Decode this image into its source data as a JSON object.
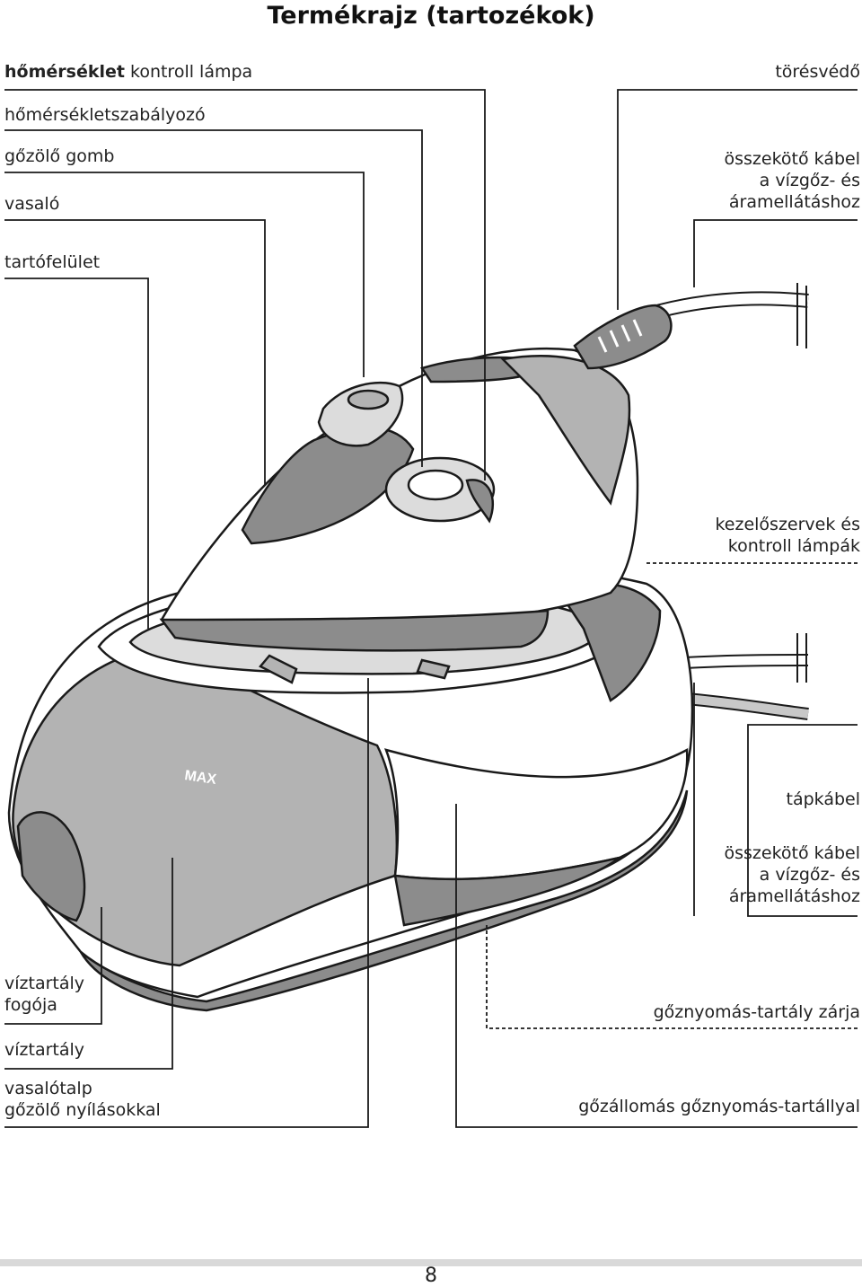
{
  "title": "Termékrajz (tartozékok)",
  "labels": {
    "temp_lamp_bold": "hőmérséklet",
    "temp_lamp_rest": " kontroll lámpa",
    "thermostat": "hőmérsékletszabályozó",
    "steam_button": "gőzölő gomb",
    "iron": "vasaló",
    "rest_surface": "tartófelület",
    "kink_protector": "törésvédő",
    "connecting_cable_1": "összekötő kábel",
    "connecting_cable_2": "a vízgőz- és",
    "connecting_cable_3": "áramellátáshoz",
    "controls_1": "kezelőszervek és",
    "controls_2": "kontroll lámpák",
    "power_cable": "tápkábel",
    "connecting_cable_b_1": "összekötő kábel",
    "connecting_cable_b_2": "a vízgőz- és",
    "connecting_cable_b_3": "áramellátáshoz",
    "tank_handle_1": "víztartály",
    "tank_handle_2": "fogója",
    "water_tank": "víztartály",
    "soleplate_1": "vasalótalp",
    "soleplate_2": "gőzölő nyílásokkal",
    "pressure_cap": "gőznyomás-tartály zárja",
    "steam_station": "gőzállomás gőznyomás-tartállyal"
  },
  "tank_marking": "MAX",
  "page_number": "8",
  "colors": {
    "line": "#1a1a1a",
    "dark_gray": "#8c8c8c",
    "mid_gray": "#b3b3b3",
    "light_gray": "#dcdcdc",
    "white": "#ffffff"
  }
}
